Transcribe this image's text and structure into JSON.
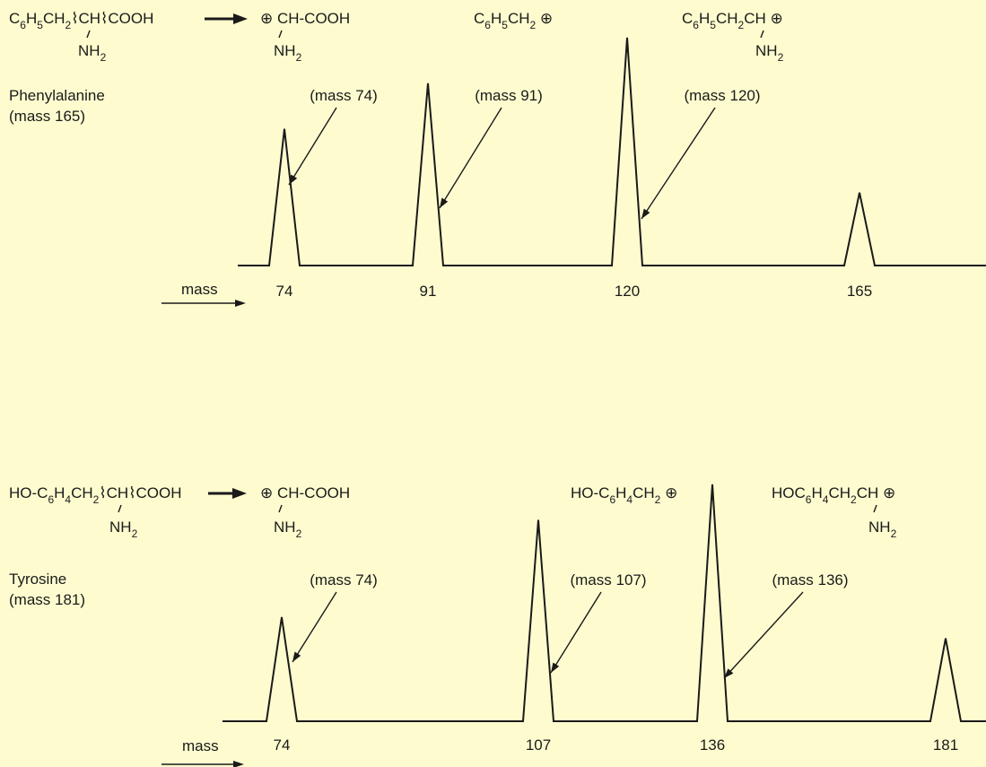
{
  "colors": {
    "background": "#fefccf",
    "ink": "#1a1a1a"
  },
  "panels": [
    {
      "id": "phenylalanine",
      "compound_name": "Phenylalanine",
      "compound_mass_label": "(mass 165)",
      "reaction": {
        "reactant": {
          "main": [
            "C",
            {
              "s": "6"
            },
            "H",
            {
              "s": "5"
            },
            "CH",
            {
              "s": "2"
            },
            "⌇CH⌇COOH"
          ],
          "below": [
            "NH",
            {
              "s": "2"
            }
          ]
        },
        "arrow": "→"
      },
      "fragments": [
        {
          "formula": [
            "⊕ CH-COOH"
          ],
          "below": [
            "NH",
            {
              "s": "2"
            }
          ],
          "mass_label": "(mass 74)"
        },
        {
          "formula": [
            "C",
            {
              "s": "6"
            },
            "H",
            {
              "s": "5"
            },
            "CH",
            {
              "s": "2"
            },
            " ⊕"
          ],
          "below": [],
          "mass_label": "(mass 91)"
        },
        {
          "formula": [
            "C",
            {
              "s": "6"
            },
            "H",
            {
              "s": "5"
            },
            "CH",
            {
              "s": "2"
            },
            "CH ⊕"
          ],
          "below": [
            "NH",
            {
              "s": "2"
            }
          ],
          "mass_label": "(mass 120)"
        }
      ],
      "axis_word": "mass",
      "peaks": [
        {
          "mass": 74,
          "label": "74",
          "height": 0.6
        },
        {
          "mass": 91,
          "label": "91",
          "height": 0.8
        },
        {
          "mass": 120,
          "label": "120",
          "height": 1.0
        },
        {
          "mass": 165,
          "label": "165",
          "height": 0.32
        }
      ]
    },
    {
      "id": "tyrosine",
      "compound_name": "Tyrosine",
      "compound_mass_label": "(mass 181)",
      "reaction": {
        "reactant": {
          "main": [
            "HO-C",
            {
              "s": "6"
            },
            "H",
            {
              "s": "4"
            },
            "CH",
            {
              "s": "2"
            },
            "⌇CH⌇COOH"
          ],
          "below": [
            "NH",
            {
              "s": "2"
            }
          ]
        },
        "arrow": "→"
      },
      "fragments": [
        {
          "formula": [
            "⊕ CH-COOH"
          ],
          "below": [
            "NH",
            {
              "s": "2"
            }
          ],
          "mass_label": "(mass 74)"
        },
        {
          "formula": [
            "HO-C",
            {
              "s": "6"
            },
            "H",
            {
              "s": "4"
            },
            "CH",
            {
              "s": "2"
            },
            " ⊕"
          ],
          "below": [],
          "mass_label": "(mass 107)"
        },
        {
          "formula": [
            "HOC",
            {
              "s": "6"
            },
            "H",
            {
              "s": "4"
            },
            "CH",
            {
              "s": "2"
            },
            "CH ⊕"
          ],
          "below": [
            "NH",
            {
              "s": "2"
            }
          ],
          "mass_label": "(mass 136)"
        }
      ],
      "axis_word": "mass",
      "peaks": [
        {
          "mass": 74,
          "label": "74",
          "height": 0.44
        },
        {
          "mass": 107,
          "label": "107",
          "height": 0.85
        },
        {
          "mass": 136,
          "label": "136",
          "height": 1.0
        },
        {
          "mass": 181,
          "label": "181",
          "height": 0.35
        }
      ]
    }
  ]
}
